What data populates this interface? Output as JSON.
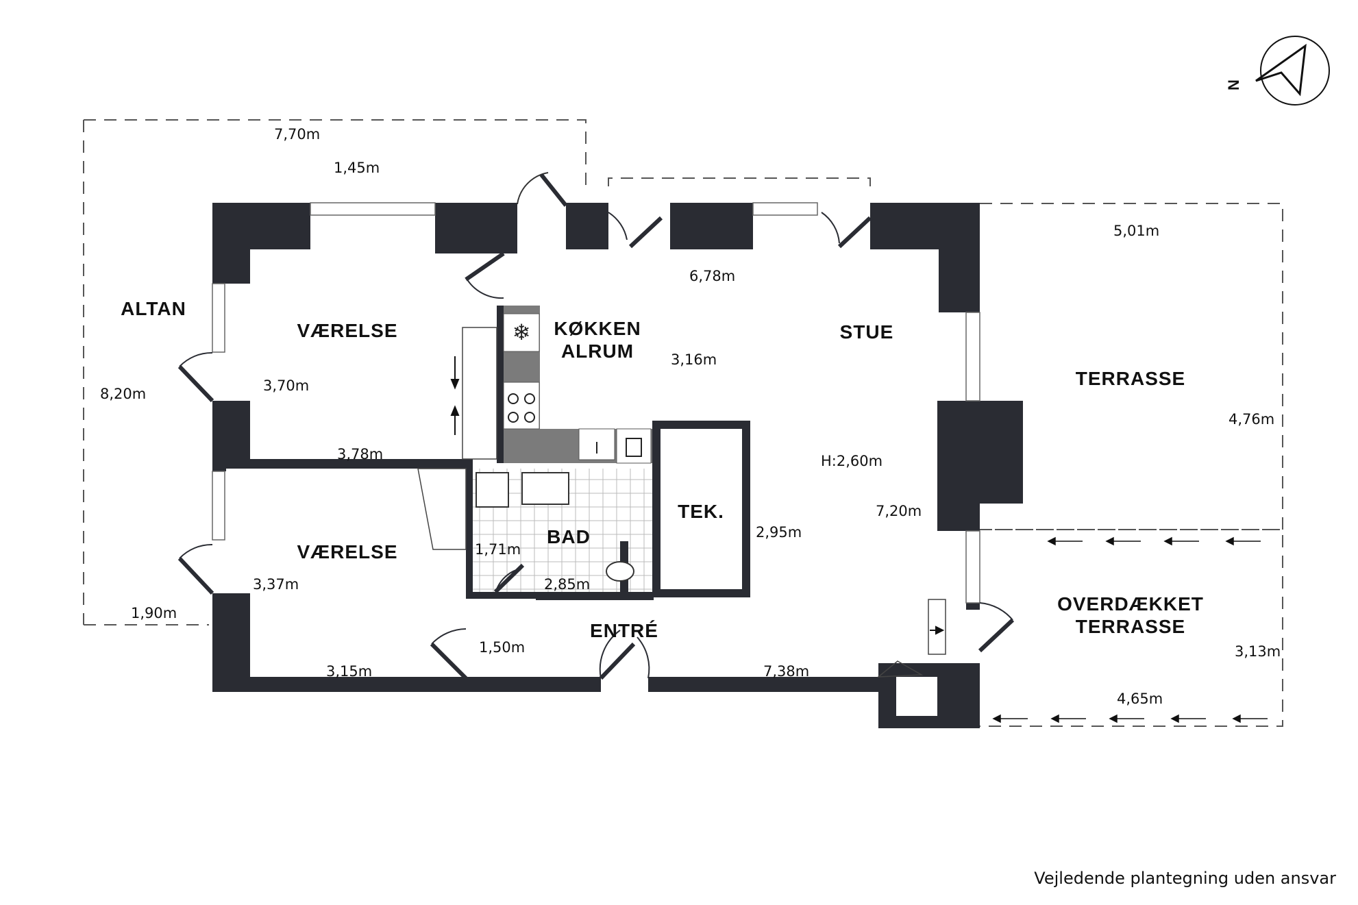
{
  "north_label": "N",
  "colors": {
    "wall": "#2a2c33",
    "counter": "#7b7b7b",
    "window": "#b5b5b5",
    "dashed": "#555555"
  },
  "rooms": {
    "altan": "ALTAN",
    "vaerelse_top": "VÆRELSE",
    "koekken_line1": "KØKKEN",
    "koekken_line2": "ALRUM",
    "stue": "STUE",
    "terrasse": "TERRASSE",
    "vaerelse_bottom": "VÆRELSE",
    "bad": "BAD",
    "tek": "TEK.",
    "entre": "ENTRÉ",
    "overdaekket_line1": "OVERDÆKKET",
    "overdaekket_line2": "TERRASSE"
  },
  "dimensions": {
    "altan_width": "7,70m",
    "altan_depth": "1,45m",
    "altan_height": "8,20m",
    "altan_lower": "1,90m",
    "vaerelse_top_a": "3,70m",
    "vaerelse_top_b": "3,78m",
    "koekken_top": "6,78m",
    "koekken_mid": "3,16m",
    "terrasse_width": "5,01m",
    "terrasse_depth": "4,76m",
    "ceiling_height": "H:2,60m",
    "stue_depth": "7,20m",
    "tek_depth": "2,95m",
    "bad_a": "1,71m",
    "bad_b": "2,85m",
    "vaerelse_bottom_a": "3,37m",
    "vaerelse_bottom_b": "3,15m",
    "entre_a": "1,50m",
    "entre_b": "7,38m",
    "overdaekket_a": "3,13m",
    "overdaekket_b": "4,65m"
  },
  "disclaimer": "Vejledende plantegning uden ansvar"
}
